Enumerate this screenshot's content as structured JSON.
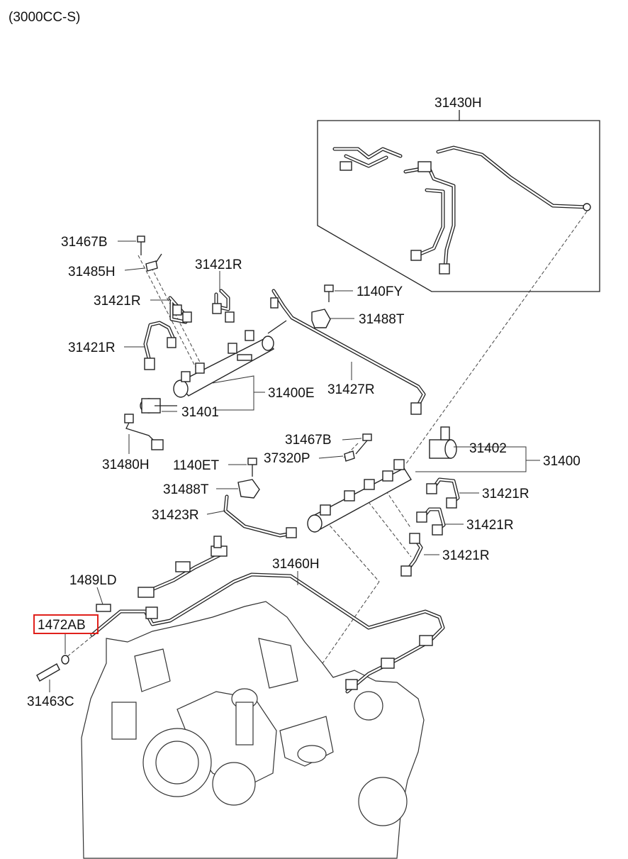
{
  "header": {
    "title": "(3000CC-S)"
  },
  "highlighted_part": "1472AB",
  "labels": {
    "31430H": "31430H",
    "31467B_top": "31467B",
    "31485H": "31485H",
    "31421R_a": "31421R",
    "31421R_b": "31421R",
    "31421R_c": "31421R",
    "1140FY": "1140FY",
    "31488T_top": "31488T",
    "31400E": "31400E",
    "31427R": "31427R",
    "31401": "31401",
    "31480H": "31480H",
    "31467B_mid": "31467B",
    "37320P": "37320P",
    "1140ET": "1140ET",
    "31402": "31402",
    "31400": "31400",
    "31488T_mid": "31488T",
    "31421R_d": "31421R",
    "31423R": "31423R",
    "31421R_e": "31421R",
    "31421R_f": "31421R",
    "31460H": "31460H",
    "1489LD": "1489LD",
    "1472AB": "1472AB",
    "31463C": "31463C"
  }
}
